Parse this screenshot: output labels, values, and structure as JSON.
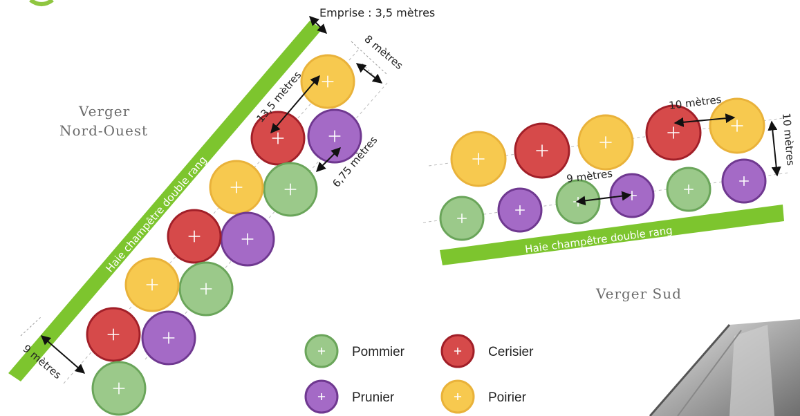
{
  "colors": {
    "hedge": "#7dc52e",
    "pommier": {
      "fill": "#9bc98a",
      "stroke": "#6aa55a"
    },
    "prunier": {
      "fill": "#a46ac6",
      "stroke": "#6f3890"
    },
    "cerisier": {
      "fill": "#d64a4a",
      "stroke": "#a11f28"
    },
    "poirier": {
      "fill": "#f7c94f",
      "stroke": "#e9b23a"
    }
  },
  "labels": {
    "emprise": "Emprise : 3,5 mètres",
    "dim_8m": "8 mètres",
    "dim_13_5m": "13,5 mètres",
    "dim_6_75m": "6,75 mètres",
    "dim_9m_no": "9 mètres",
    "dim_10m_h": "10 mètres",
    "dim_10m_v": "10 mètres",
    "dim_9m_sud": "9 mètres",
    "verger_no_line1": "Verger",
    "verger_no_line2": "Nord-Ouest",
    "verger_sud": "Verger Sud",
    "hedge_no": "Haie champêtre double rang",
    "hedge_sud": "Haie champêtre double rang"
  },
  "legend": [
    {
      "label": "Pommier",
      "species": "pommier"
    },
    {
      "label": "Cerisier",
      "species": "cerisier"
    },
    {
      "label": "Prunier",
      "species": "prunier"
    },
    {
      "label": "Poirier",
      "species": "poirier"
    }
  ],
  "trees_no": [
    {
      "species": "poirier"
    },
    {
      "species": "prunier"
    },
    {
      "species": "cerisier"
    },
    {
      "species": "pommier"
    },
    {
      "species": "poirier"
    },
    {
      "species": "prunier"
    },
    {
      "species": "cerisier"
    },
    {
      "species": "pommier"
    },
    {
      "species": "poirier"
    },
    {
      "species": "prunier"
    },
    {
      "species": "cerisier"
    },
    {
      "species": "pommier"
    }
  ],
  "trees_sud_top": [
    {
      "species": "poirier"
    },
    {
      "species": "cerisier"
    },
    {
      "species": "poirier"
    },
    {
      "species": "cerisier"
    },
    {
      "species": "poirier"
    }
  ],
  "trees_sud_bottom": [
    {
      "species": "pommier"
    },
    {
      "species": "prunier"
    },
    {
      "species": "pommier"
    },
    {
      "species": "prunier"
    },
    {
      "species": "pommier"
    },
    {
      "species": "prunier"
    }
  ]
}
